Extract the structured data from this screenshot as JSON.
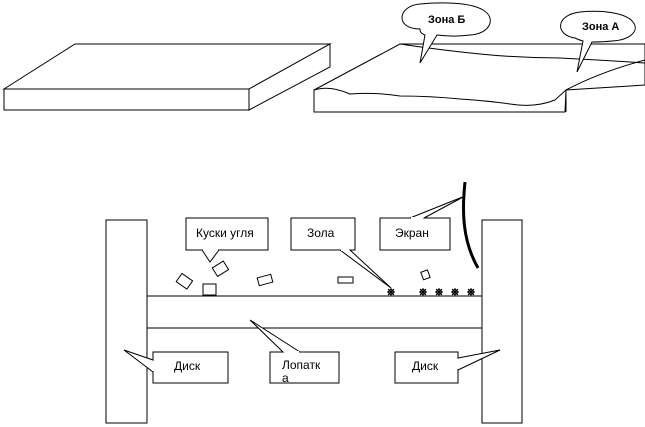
{
  "top_labels": {
    "zone_b": "Зона Б",
    "zone_a": "Зона А"
  },
  "bottom_labels": {
    "coal_pieces": "Куски угля",
    "ash": "Зола",
    "screen": "Экран",
    "disk_left": "Диск",
    "blade_line1": "Лопатк",
    "blade_line2": "а",
    "disk_right": "Диск"
  }
}
